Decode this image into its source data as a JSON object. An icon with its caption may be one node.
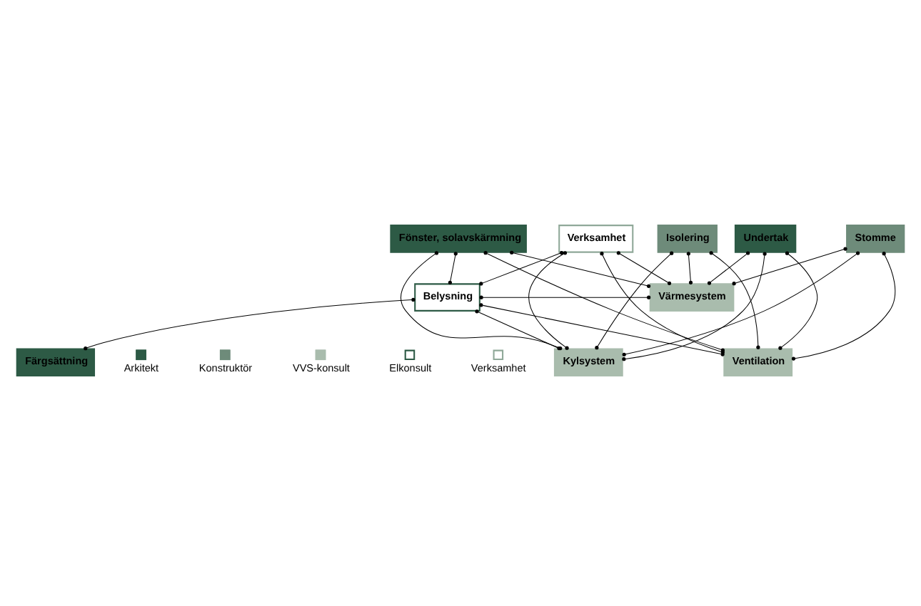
{
  "diagram": {
    "nodes": [
      {
        "text": [
          "Stomme"
        ]
      },
      {
        "text": [
          "Fönster, solavskärmning"
        ]
      },
      {
        "text": [
          "Isolering"
        ]
      },
      {
        "text": [
          "Verksamhet"
        ]
      },
      {
        "text": [
          "Undertak"
        ]
      },
      {
        "text": [
          "Belysning"
        ]
      },
      {
        "text": [
          "Värmesystem"
        ]
      },
      {
        "text": [
          "Kylsystem"
        ]
      },
      {
        "text": [
          "Färgsättning"
        ]
      },
      {
        "text": [
          "Ventilation"
        ]
      }
    ],
    "edges": [
      {
        "from": 0,
        "to": 6,
        "arrow": "other"
      },
      {
        "from": 0,
        "to": 9,
        "arrow": "other"
      },
      {
        "from": 0,
        "to": 7,
        "arrow": "other"
      },
      {
        "from": 1,
        "to": 5,
        "arrow": "other"
      },
      {
        "from": 1,
        "to": 6,
        "arrow": "other"
      },
      {
        "from": 1,
        "to": 9,
        "arrow": "other"
      },
      {
        "from": 1,
        "to": 7,
        "arrow": "other"
      },
      {
        "from": 2,
        "to": 7,
        "arrow": "other"
      },
      {
        "from": 2,
        "to": 9,
        "arrow": "other"
      },
      {
        "from": 2,
        "to": 6,
        "arrow": "other"
      },
      {
        "from": 3,
        "to": 7,
        "arrow": "other"
      },
      {
        "from": 3,
        "to": 9,
        "arrow": "other"
      },
      {
        "from": 3,
        "to": 6,
        "arrow": "other"
      },
      {
        "from": 3,
        "to": 5,
        "arrow": "other"
      },
      {
        "from": 4,
        "to": 7,
        "arrow": "other"
      },
      {
        "from": 4,
        "to": 9,
        "arrow": "other"
      },
      {
        "from": 4,
        "to": 6,
        "arrow": "other"
      },
      {
        "from": 5,
        "to": 7,
        "arrow": "other"
      },
      {
        "from": 5,
        "to": 8,
        "arrow": "other"
      },
      {
        "from": 5,
        "to": 9,
        "arrow": "other"
      },
      {
        "from": 5,
        "to": 6,
        "arrow": "other"
      }
    ],
    "legend": [
      {
        "text": "Arkitekt",
        "color": "#2d5a45"
      },
      {
        "text": "Konstruktör",
        "color": "#6e8b7a"
      },
      {
        "text": "VVS-konsult",
        "color": "#a9bcad"
      },
      {
        "text": "Elkonsult"
      },
      {
        "text": "Verksamhet"
      }
    ]
  }
}
